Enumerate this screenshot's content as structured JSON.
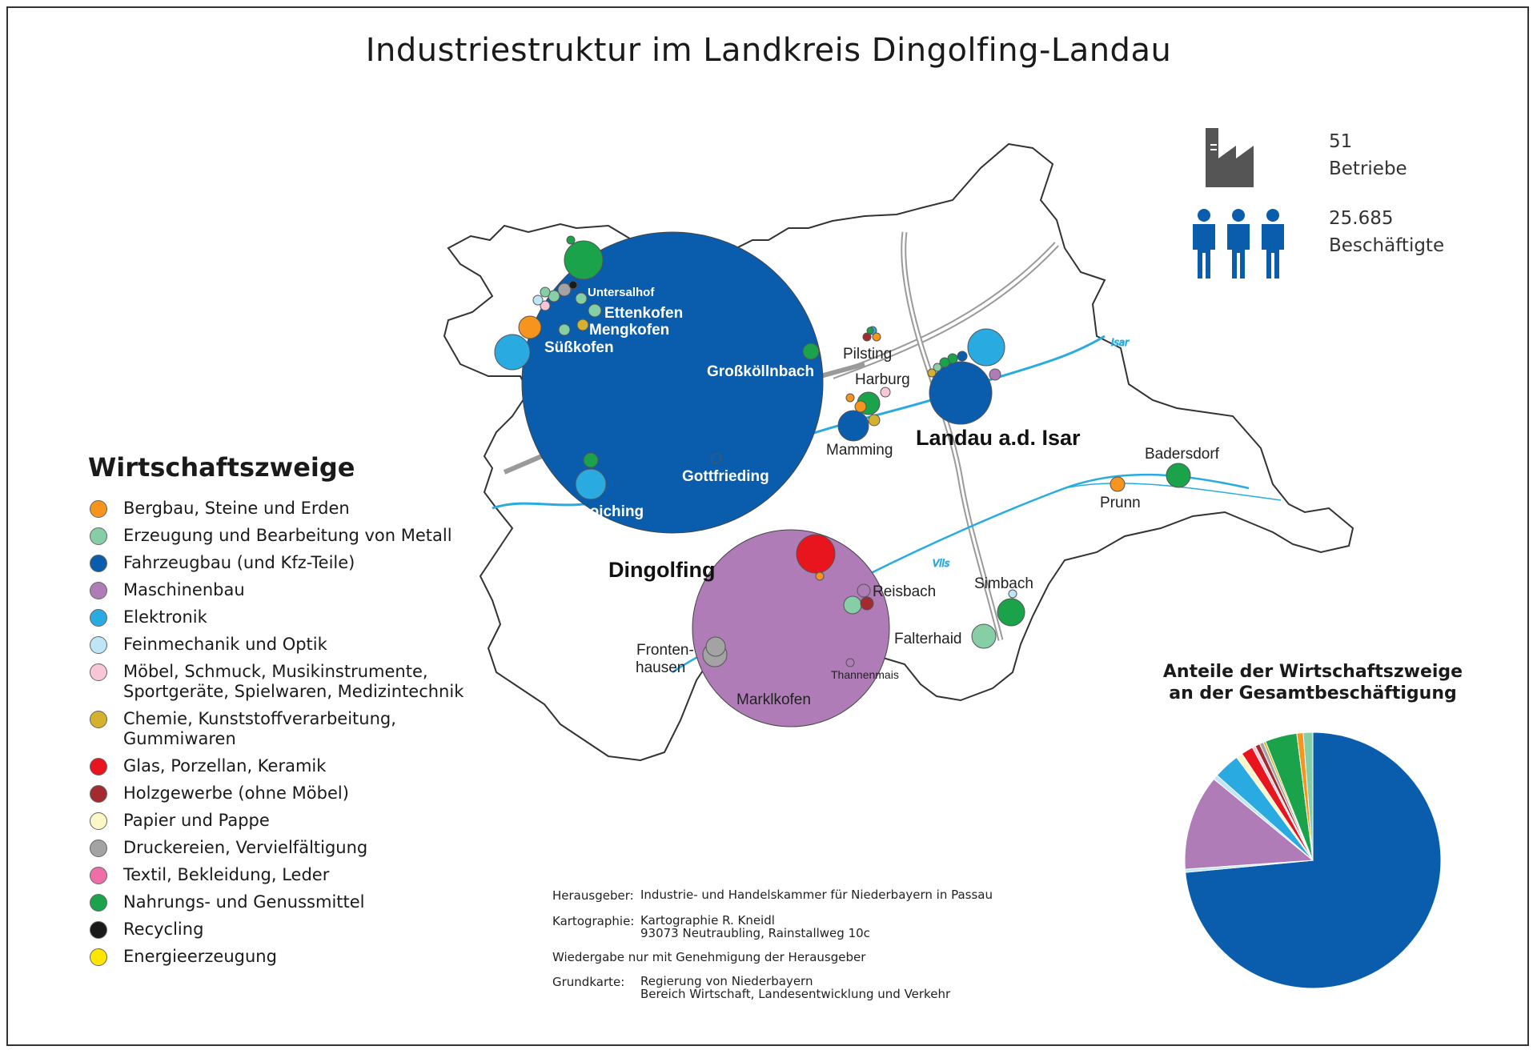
{
  "title": "Industriestruktur im Landkreis Dingolfing-Landau",
  "colors": {
    "bergbau": "#f7941d",
    "metall": "#86cfa6",
    "fahrzeugbau": "#0a5cad",
    "maschinenbau": "#b07cb8",
    "elektronik": "#29abe2",
    "feinmechanik": "#bfe6f7",
    "moebel": "#f9c6d8",
    "chemie": "#d4b12f",
    "glas": "#e8141e",
    "holz": "#a32a2e",
    "papier": "#fcf7c6",
    "druck": "#a3a3a3",
    "textil": "#ee6fa8",
    "nahrung": "#1aa34a",
    "recycling": "#1a1a1a",
    "energie": "#ffe600",
    "river": "#29abe2",
    "border": "#333333"
  },
  "stats": {
    "betriebe_count": "51",
    "betriebe_label": "Betriebe",
    "beschaeftigte_count": "25.685",
    "beschaeftigte_label": "Beschäftigte",
    "factory_icon": "factory-icon",
    "people_icon": "people-icon"
  },
  "legend": {
    "title": "Wirtschaftszweige",
    "items": [
      {
        "label": "Bergbau, Steine und Erden",
        "color": "#f7941d"
      },
      {
        "label": "Erzeugung und Bearbeitung von Metall",
        "color": "#86cfa6"
      },
      {
        "label": "Fahrzeugbau (und Kfz-Teile)",
        "color": "#0a5cad"
      },
      {
        "label": "Maschinenbau",
        "color": "#b07cb8"
      },
      {
        "label": "Elektronik",
        "color": "#29abe2"
      },
      {
        "label": "Feinmechanik und Optik",
        "color": "#bfe6f7"
      },
      {
        "label": "Möbel, Schmuck, Musikinstrumente,\nSportgeräte, Spielwaren, Medizintechnik",
        "color": "#f9c6d8"
      },
      {
        "label": "Chemie, Kunststoffverarbeitung,\nGummiwaren",
        "color": "#d4b12f"
      },
      {
        "label": "Glas, Porzellan, Keramik",
        "color": "#e8141e"
      },
      {
        "label": "Holzgewerbe (ohne Möbel)",
        "color": "#a32a2e"
      },
      {
        "label": "Papier und Pappe",
        "color": "#fcf7c6"
      },
      {
        "label": "Druckereien, Vervielfältigung",
        "color": "#a3a3a3"
      },
      {
        "label": "Textil, Bekleidung, Leder",
        "color": "#ee6fa8"
      },
      {
        "label": "Nahrungs- und Genussmittel",
        "color": "#1aa34a"
      },
      {
        "label": "Recycling",
        "color": "#1a1a1a"
      },
      {
        "label": "Energieerzeugung",
        "color": "#ffe600"
      }
    ]
  },
  "places": {
    "untersalhof": "Untersalhof",
    "ettenkofen": "Ettenkofen",
    "mengkofen": "Mengkofen",
    "suesskofen": "Süßkofen",
    "grosskoellnbach": "Großköllnbach",
    "gottfrieding": "Gottfrieding",
    "loiching": "Loiching",
    "dingolfing": "Dingolfing",
    "pilsting": "Pilsting",
    "harburg": "Harburg",
    "mamming": "Mamming",
    "landau": "Landau a.d. Isar",
    "badersdorf": "Badersdorf",
    "prunn": "Prunn",
    "reisbach": "Reisbach",
    "simbach": "Simbach",
    "falterhaid": "Falterhaid",
    "frontenhausen_1": "Fronten-",
    "frontenhausen_2": "hausen",
    "thannenmais": "Thannenmais",
    "marklkofen": "Marklkofen",
    "isar": "Isar",
    "vils": "Vils"
  },
  "pie": {
    "title": "Anteile der Wirtschaftszweige\nan der Gesamtbeschäftigung",
    "slices": [
      {
        "sector": "Fahrzeugbau (und Kfz-Teile)",
        "share": 73.2,
        "color": "#0a5cad"
      },
      {
        "sector": "Feinmechanik und Optik",
        "share": 0.4,
        "color": "#bfe6f7"
      },
      {
        "sector": "Maschinenbau",
        "share": 12.0,
        "color": "#b07cb8"
      },
      {
        "sector": "Feinmechanik und Optik",
        "share": 0.6,
        "color": "#bfe6f7"
      },
      {
        "sector": "Elektronik",
        "share": 3.3,
        "color": "#29abe2"
      },
      {
        "sector": "Papier und Pappe",
        "share": 0.8,
        "color": "#fcf7c6"
      },
      {
        "sector": "Glas, Porzellan, Keramik",
        "share": 1.5,
        "color": "#e8141e"
      },
      {
        "sector": "Möbel, Schmuck, Musikinstrumente, Sportgeräte, Spielwaren, Medizintechnik",
        "share": 0.4,
        "color": "#f9c6d8"
      },
      {
        "sector": "Holzgewerbe (ohne Möbel)",
        "share": 0.6,
        "color": "#a32a2e"
      },
      {
        "sector": "Druckereien, Vervielfältigung",
        "share": 0.5,
        "color": "#a3a3a3"
      },
      {
        "sector": "Chemie, Kunststoffverarbeitung, Gummiwaren",
        "share": 0.3,
        "color": "#d4b12f"
      },
      {
        "sector": "Nahrungs- und Genussmittel",
        "share": 4.0,
        "color": "#1aa34a"
      },
      {
        "sector": "Bergbau, Steine und Erden",
        "share": 0.8,
        "color": "#f7941d"
      },
      {
        "sector": "Erzeugung und Bearbeitung von Metall",
        "share": 1.2,
        "color": "#86cfa6"
      }
    ]
  },
  "credits": {
    "herausgeber_label": "Herausgeber:",
    "herausgeber_value": "Industrie- und Handelskammer für Niederbayern in Passau",
    "kartographie_label": "Kartographie:",
    "kartographie_value": "Kartographie R. Kneidl\n93073 Neutraubling, Rainstallweg 10c",
    "wiedergabe": "Wiedergabe nur mit Genehmigung der Herausgeber",
    "grundkarte_label": "Grundkarte:",
    "grundkarte_value": "Regierung von Niederbayern\nBereich Wirtschaft, Landesentwicklung und Verkehr"
  }
}
